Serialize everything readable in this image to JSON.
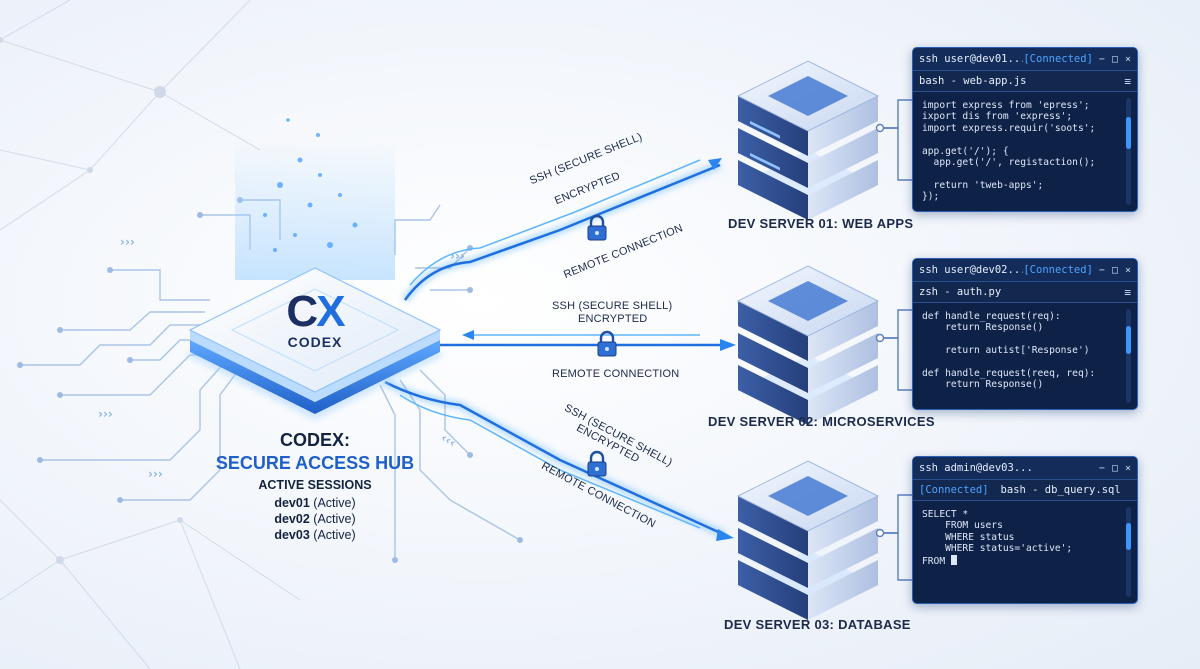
{
  "hub": {
    "logo_cx_c": "C",
    "logo_cx_x": "X",
    "logo_name": "CODEX",
    "title": "CODEX:",
    "subtitle": "SECURE ACCESS HUB",
    "sessions_heading": "ACTIVE SESSIONS",
    "sessions": [
      {
        "name": "dev01",
        "status": "(Active)"
      },
      {
        "name": "dev02",
        "status": "(Active)"
      },
      {
        "name": "dev03",
        "status": "(Active)"
      }
    ]
  },
  "connections": [
    {
      "protocol": "SSH (SECURE SHELL)",
      "encryption": "ENCRYPTED",
      "type": "REMOTE CONNECTION"
    },
    {
      "protocol": "SSH (SECURE SHELL)",
      "encryption": "ENCRYPTED",
      "type": "REMOTE CONNECTION"
    },
    {
      "protocol": "SSH (SECURE SHELL)",
      "encryption": "ENCRYPTED",
      "type": "REMOTE CONNECTION"
    }
  ],
  "servers": [
    {
      "label": "DEV SERVER 01: WEB APPS"
    },
    {
      "label": "DEV SERVER 02: MICROSERVICES"
    },
    {
      "label": "DEV SERVER 03: DATABASE"
    }
  ],
  "terminals": [
    {
      "title": "ssh user@dev01...",
      "status": "[Connected]",
      "tab": "bash - web-app.js",
      "menu": "≡",
      "lines": [
        "import express from 'epress';",
        "ixport dis from 'express';",
        "import express.requir('soots';",
        "",
        "app.get('/'); {",
        "  app.get('/', registaction();",
        "",
        "  return 'tweb-apps';",
        "});"
      ]
    },
    {
      "title": "ssh user@dev02...",
      "status": "[Connected]",
      "tab": "zsh - auth.py",
      "menu": "≡",
      "lines": [
        "def handle_request(req):",
        "    return Response()",
        "",
        "    return autist['Response')",
        "",
        "def handle_request(reeq, req):",
        "    return Response()"
      ]
    },
    {
      "title": "ssh admin@dev03...",
      "status": "[Connected]",
      "tab": "bash - db_query.sql",
      "lines": [
        "SELECT *",
        "    FROM users",
        "    WHERE status",
        "    WHERE status='active';",
        "FROM "
      ]
    }
  ],
  "window_controls": {
    "minimize": "−",
    "maximize": "□",
    "close": "×"
  },
  "colors": {
    "accent": "#1f6fe0",
    "hub_title": "#13233f",
    "link_glow": "#3fa8ff",
    "terminal_bg": "#0e2247",
    "connected": "#4ea3ff"
  }
}
